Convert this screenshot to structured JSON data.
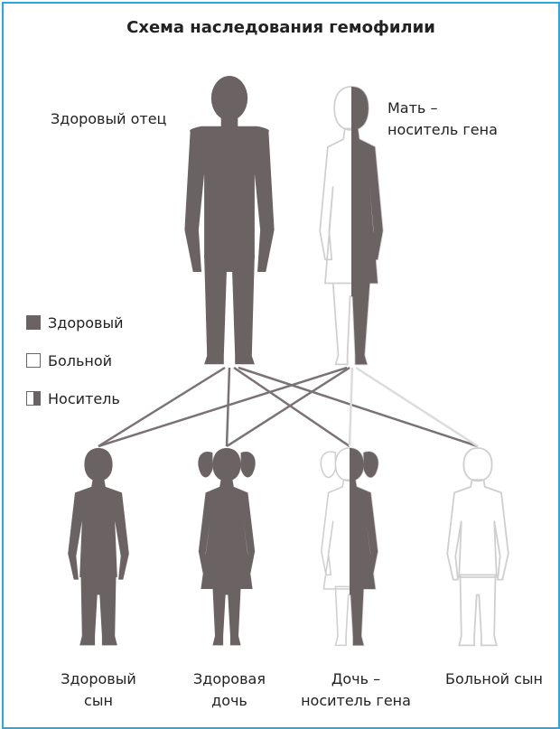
{
  "title": "Схема наследования гемофилии",
  "parents": {
    "father": "Здоровый отец",
    "mother_line1": "Мать –",
    "mother_line2": "носитель гена"
  },
  "legend": [
    {
      "label": "Здоровый",
      "type": "healthy"
    },
    {
      "label": "Больной",
      "type": "sick"
    },
    {
      "label": "Носитель",
      "type": "carrier"
    }
  ],
  "children": [
    {
      "line1": "Здоровый",
      "line2": "сын"
    },
    {
      "line1": "Здоровая",
      "line2": "дочь"
    },
    {
      "line1": "Дочь –",
      "line2": "носитель гена"
    },
    {
      "line1": "Больной сын",
      "line2": ""
    }
  ],
  "colors": {
    "frame": "#29a8e0",
    "healthy": "#6b6264",
    "sick_outline": "#cfcfcf",
    "line": "#7a7274",
    "line_light": "#dcdcdc"
  }
}
